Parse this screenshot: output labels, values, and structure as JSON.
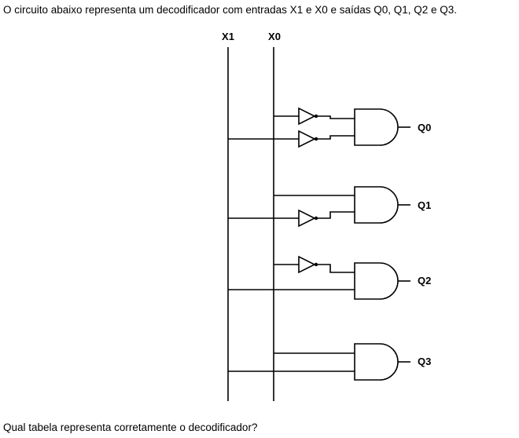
{
  "question": {
    "intro": "O circuito abaixo representa um decodificador com entradas X1 e X0 e saídas Q0, Q1, Q2 e Q3.",
    "prompt": "Qual tabela representa corretamente o decodificador?"
  },
  "circuit": {
    "inputs": [
      "X1",
      "X0"
    ],
    "outputs": [
      "Q0",
      "Q1",
      "Q2",
      "Q3"
    ],
    "components": {
      "and_gates": 4,
      "not_gates": 4
    }
  }
}
